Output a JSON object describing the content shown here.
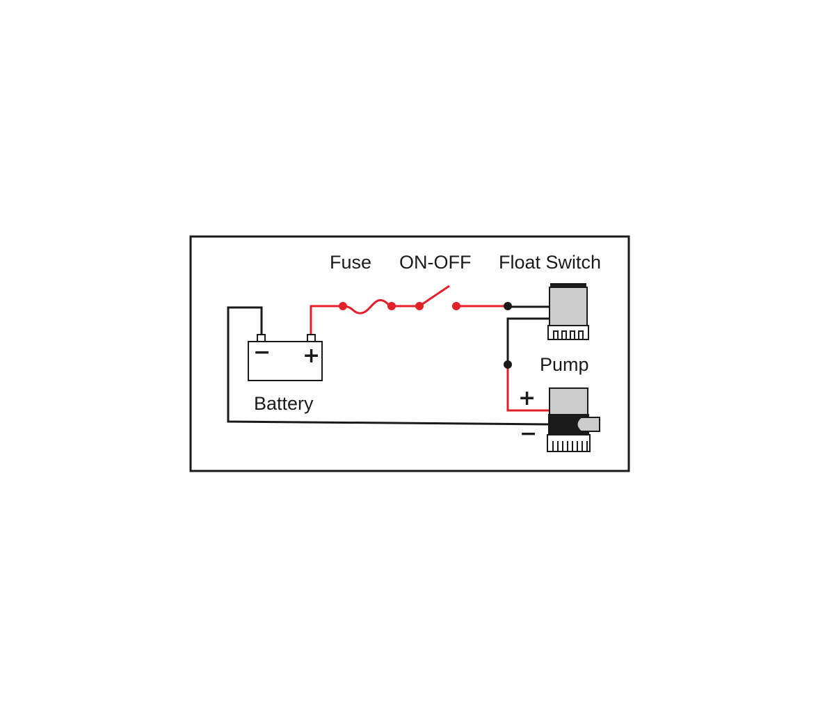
{
  "labels": {
    "fuse": "Fuse",
    "on_off": "ON-OFF",
    "float_switch": "Float Switch",
    "pump": "Pump",
    "battery": "Battery"
  },
  "symbols": {
    "battery_negative": "−",
    "battery_positive": "+",
    "pump_positive": "+",
    "pump_negative": "−"
  },
  "colors": {
    "positive_wire": "#e3202a",
    "negative_wire": "#1a1a1a",
    "component_fill": "#cccccc",
    "frame": "#1a1a1a"
  }
}
